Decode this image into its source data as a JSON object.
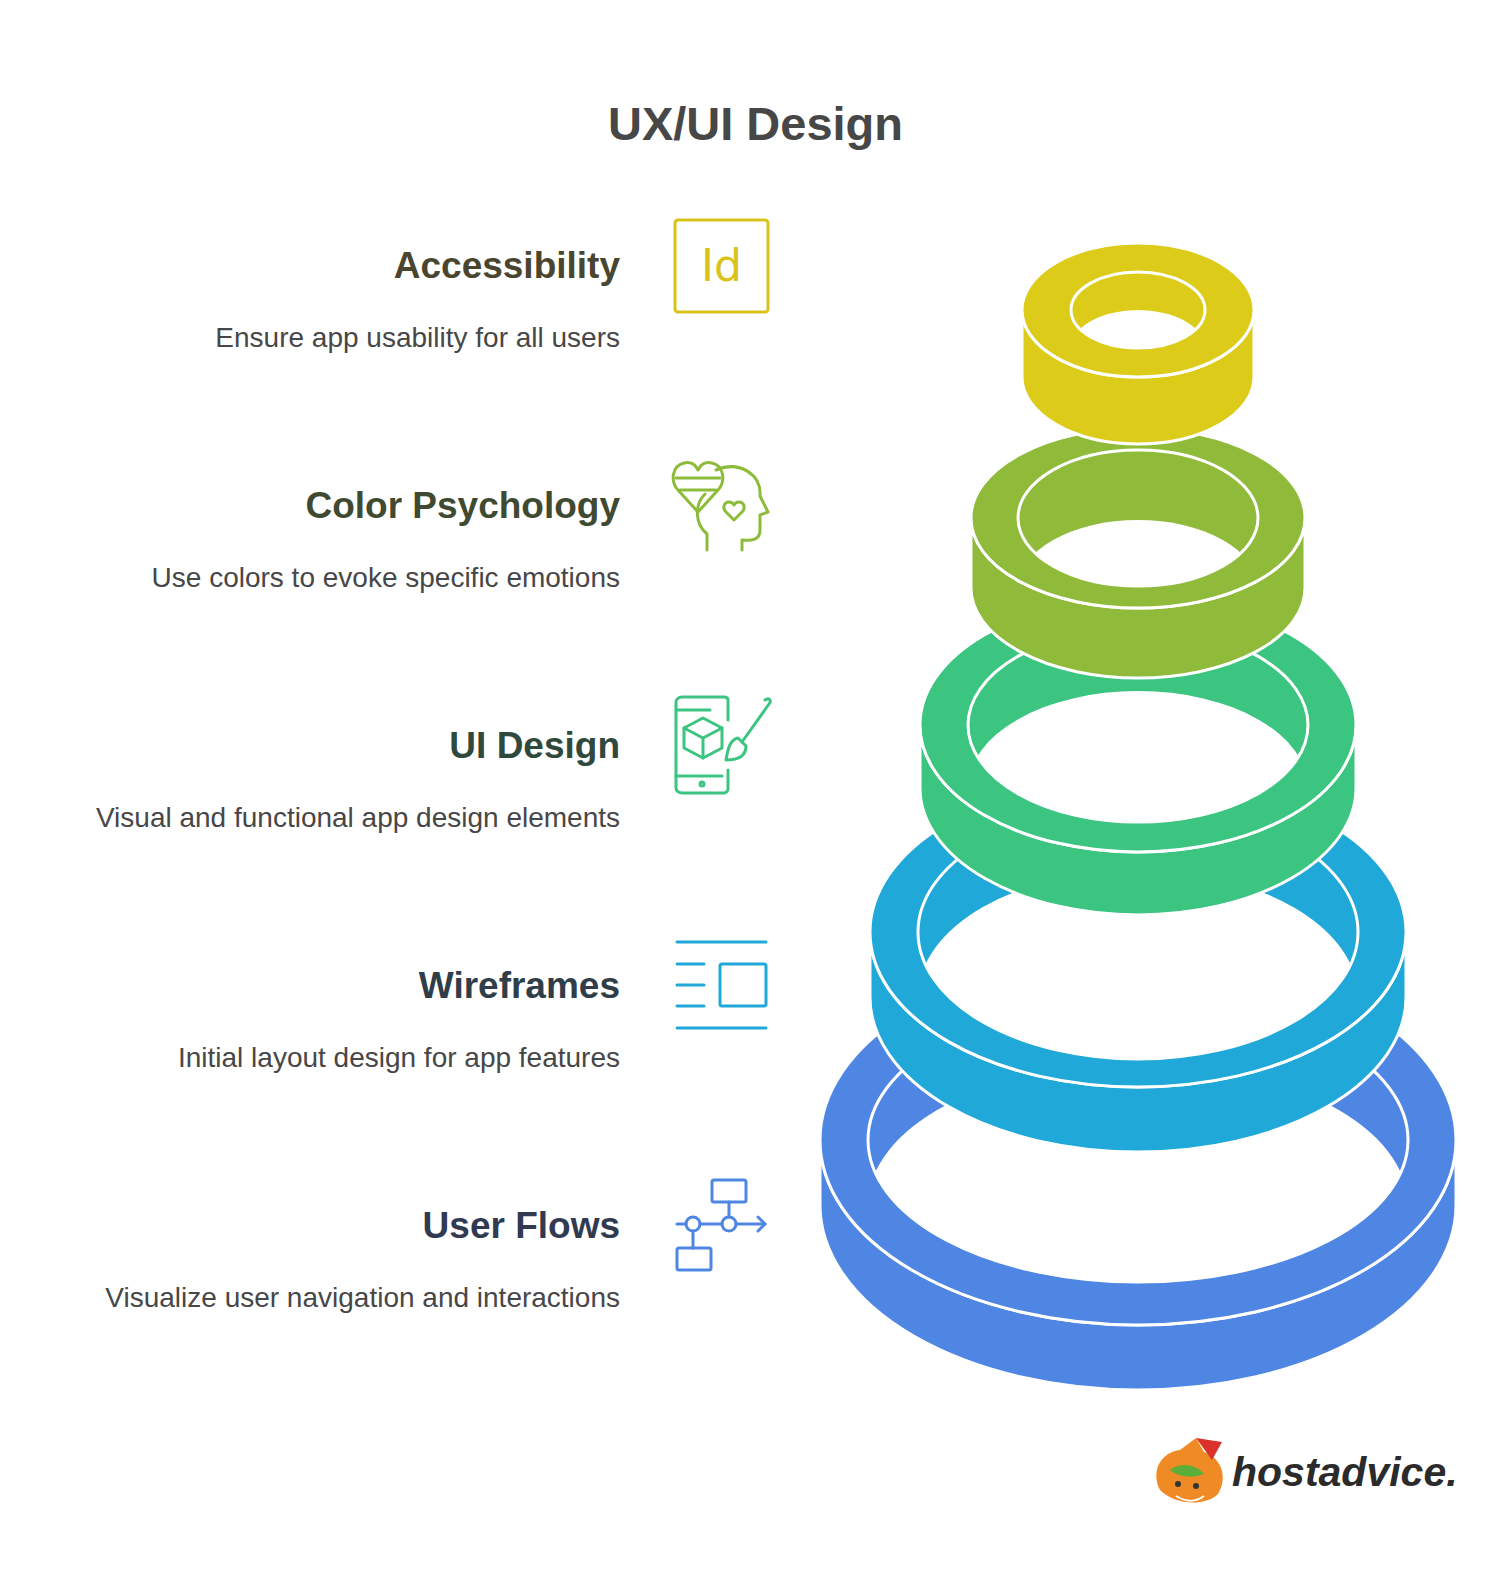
{
  "diagram": {
    "title": "UX/UI Design",
    "nodes": [
      {
        "text": [
          "Accessibility",
          "Ensure app usability for all users"
        ]
      },
      {
        "text": [
          "Color Psychology",
          "Use colors to evoke specific emotions"
        ]
      },
      {
        "text": [
          "UI Design",
          "Visual and functional app design elements"
        ]
      },
      {
        "text": [
          "Wireframes",
          "Initial layout design for app features"
        ]
      },
      {
        "text": [
          "User Flows",
          "Visualize user navigation and interactions"
        ]
      }
    ],
    "labels": [
      "Id",
      "hostadvice."
    ]
  }
}
